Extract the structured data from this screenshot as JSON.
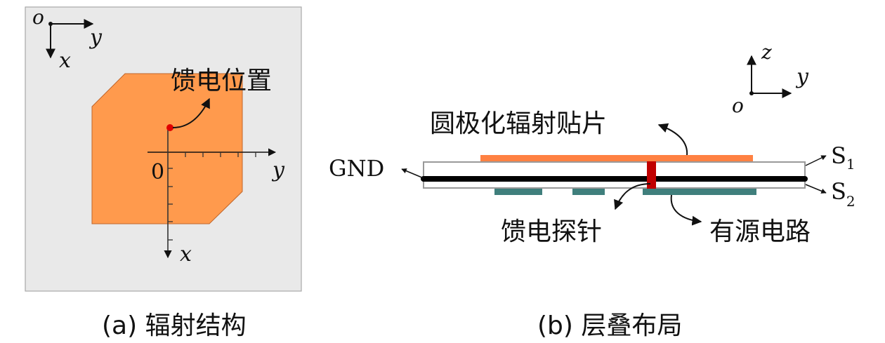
{
  "panel_a": {
    "caption": "(a) 辐射结构",
    "corner_axes": {
      "origin": "o",
      "x_label": "x",
      "y_label": "y"
    },
    "local_axes": {
      "zero_label": "0",
      "x_label": "x",
      "y_label": "y"
    },
    "feed_label": "馈电位置",
    "colors": {
      "background": "#e9e9e9",
      "patch": "#ff9a4d",
      "feed_point": "#e00000"
    }
  },
  "panel_b": {
    "caption": "(b) 层叠布局",
    "axes": {
      "origin": "o",
      "z_label": "z",
      "y_label": "y"
    },
    "patch_label": "圆极化辐射贴片",
    "gnd_label": "GND",
    "s1_label": "S",
    "s1_sub": "1",
    "s2_label": "S",
    "s2_sub": "2",
    "probe_label": "馈电探针",
    "circuit_label": "有源电路",
    "colors": {
      "patch": "#ff8142",
      "probe": "#c00000",
      "circuit": "#3f7f7c",
      "ground": "#000000",
      "substrate_border": "#999999"
    }
  }
}
